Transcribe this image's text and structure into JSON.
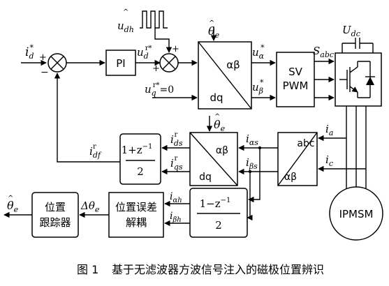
{
  "signals": {
    "id_ref": "i",
    "id_ref_sub": "d",
    "id_ref_sup": "*",
    "udh": "u",
    "udh_sub": "dh",
    "udr": "u",
    "udr_sub": "d",
    "udr_sup": "r*",
    "uqr": "u",
    "uqr_sub": "q",
    "uqr_sup": "r*",
    "uqr_val": "=0",
    "theta_top": "θ",
    "theta_top_sub": "e",
    "theta_mid": "θ",
    "theta_mid_sub": "e",
    "ualpha": "u",
    "ualpha_sub": "α",
    "ualpha_sup": "*",
    "ubeta": "u",
    "ubeta_sub": "β",
    "ubeta_sup": "*",
    "sabc": "S",
    "sabc_sub": "abc",
    "udc": "U",
    "udc_sub": "dc",
    "ia": "i",
    "ia_sub": "a",
    "ic": "i",
    "ic_sub": "c",
    "ialpha_s": "i",
    "ialpha_s_sub": "αs",
    "ibeta_s": "i",
    "ibeta_s_sub": "βs",
    "ids": "i",
    "ids_sub": "ds",
    "ids_sup": "r",
    "iqs": "i",
    "iqs_sub": "qs",
    "iqs_sup": "r",
    "idf": "i",
    "idf_sub": "df",
    "idf_sup": "r",
    "ialpha_h": "i",
    "ialpha_h_sub": "αh",
    "ibeta_h": "i",
    "ibeta_h_sub": "βh",
    "dtheta": "Δθ",
    "dtheta_sub": "e",
    "theta_out": "θ",
    "theta_out_sub": "e",
    "plus1": "+",
    "minus1": "−",
    "plus2": "+",
    "plus3": "+"
  },
  "blocks": {
    "pi": "PI",
    "t1_top": "αβ",
    "t1_bot": "dq",
    "svpwm_1": "SV",
    "svpwm_2": "PWM",
    "t2_top": "αβ",
    "t2_bot": "dq",
    "t3_top": "abc",
    "t3_bot": "αβ",
    "lpf_num": "1+z",
    "lpf_exp": "−1",
    "lpf_den": "2",
    "hpf_num": "1−z",
    "hpf_exp": "−1",
    "hpf_den": "2",
    "decouple_1": "位置误差",
    "decouple_2": "解耦",
    "tracker_1": "位置",
    "tracker_2": "跟踪器",
    "motor": "IPMSM"
  },
  "caption": {
    "fig_no": "图 1",
    "text": "基于无滤波器方波信号注入的磁极位置辨识"
  }
}
